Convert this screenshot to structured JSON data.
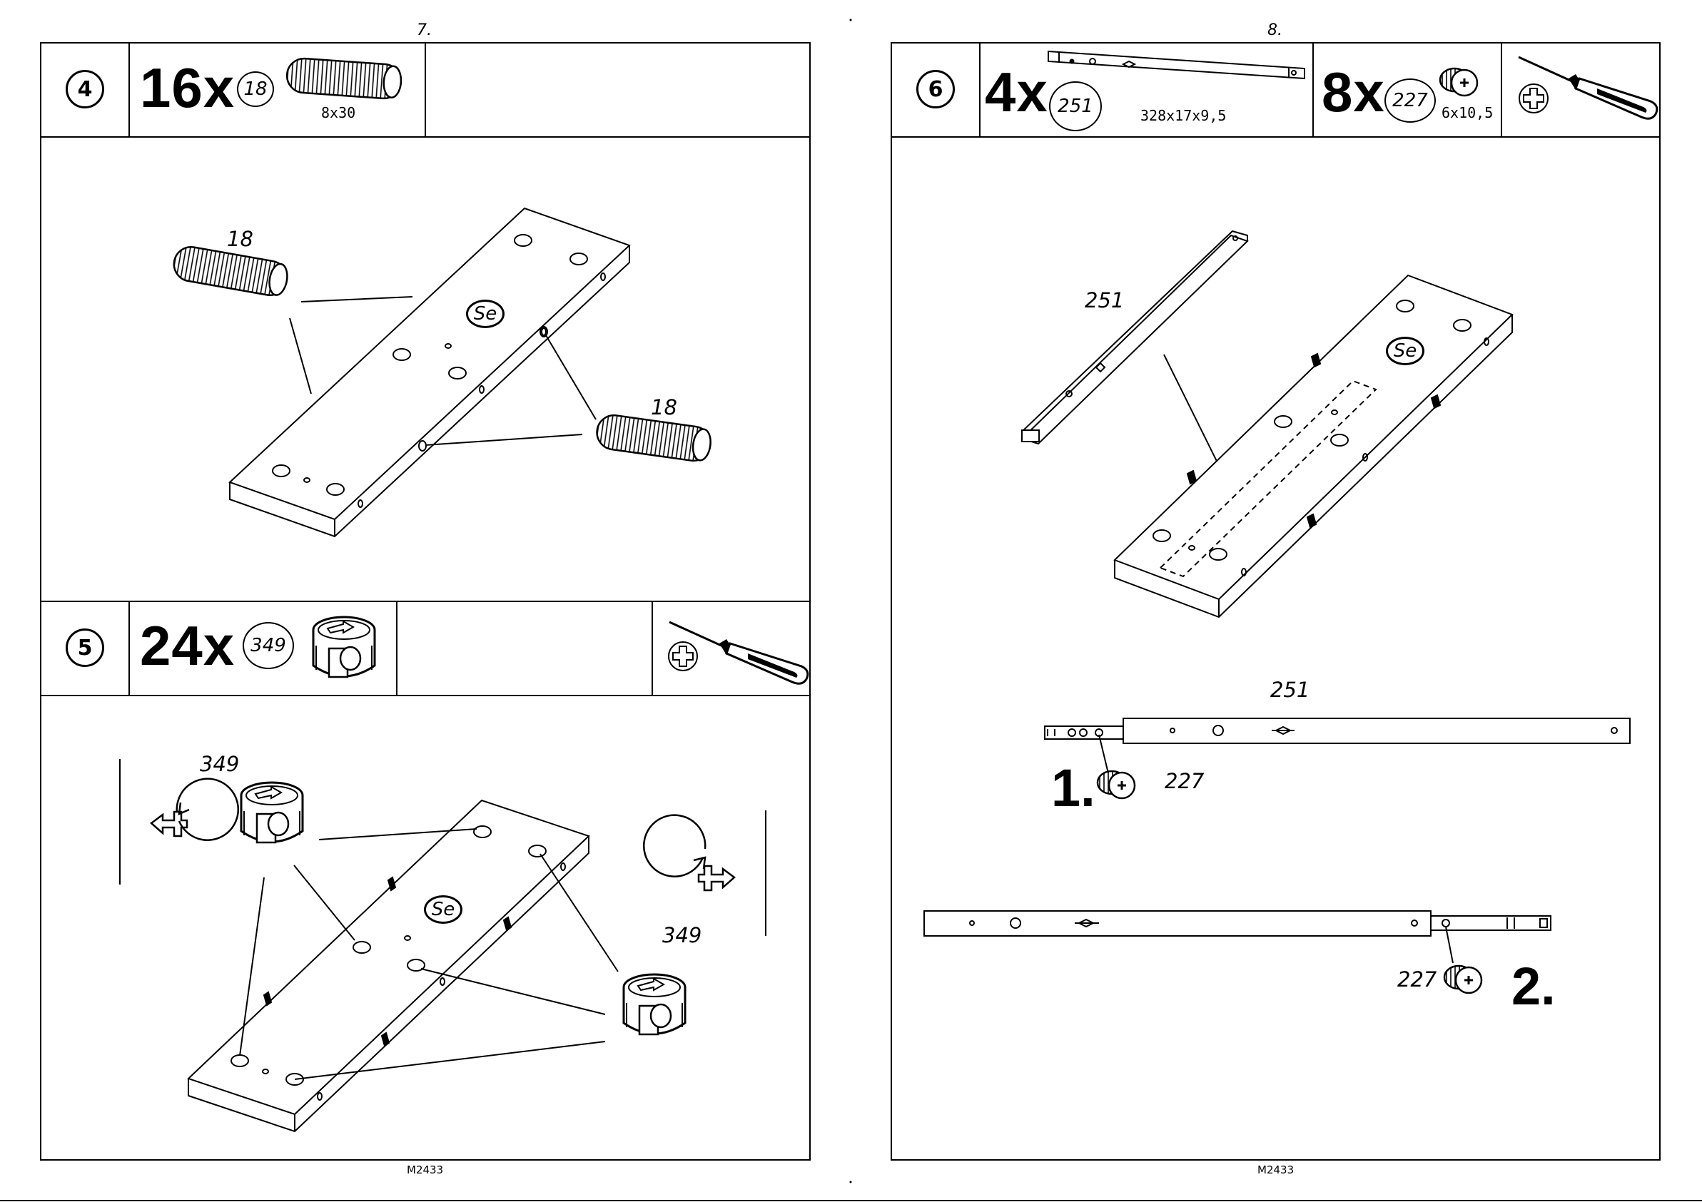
{
  "left_page": {
    "page_number": "7.",
    "code": "M2433",
    "step4": {
      "step": "4",
      "quantity": "16x",
      "part": "18",
      "dimension": "8x30",
      "callout_top": "18",
      "callout_right": "18",
      "panel_mark": "Se"
    },
    "step5": {
      "step": "5",
      "quantity": "24x",
      "part": "349",
      "callout_left": "349",
      "callout_right": "349",
      "panel_mark": "Se",
      "tool": "screwdriver-icon"
    }
  },
  "right_page": {
    "page_number": "8.",
    "code": "M2433",
    "step6": {
      "step": "6",
      "quantity_rail": "4x",
      "part_rail": "251",
      "rail_dimension": "328x17x9,5",
      "quantity_screw": "8x",
      "part_screw": "227",
      "screw_dimension": "6x10,5",
      "callout_rail": "251",
      "panel_mark": "Se",
      "detail_rail": "251",
      "order_1": "1.",
      "screw_1": "227",
      "order_2": "2.",
      "screw_2": "227",
      "tool": "screwdriver-icon"
    }
  },
  "colors": {
    "ink": "#000000",
    "paper": "#ffffff"
  }
}
